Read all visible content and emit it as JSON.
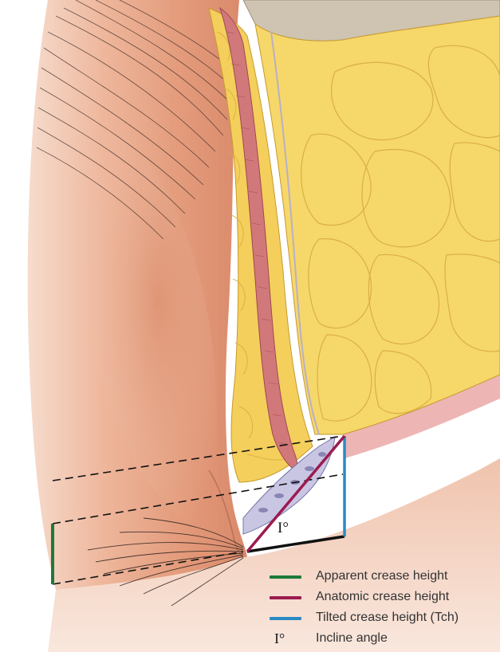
{
  "diagram": {
    "angle_label": "I°",
    "colors": {
      "apparent": "#1f7a3a",
      "anatomic": "#9b1b4f",
      "tilted": "#2a8ac4",
      "skin": "#e7a78b",
      "fat": "#f6d76a",
      "muscle": "#c86a6a"
    }
  },
  "legend": {
    "items": [
      {
        "kind": "swatch",
        "color": "#1f7a3a",
        "label": "Apparent crease height"
      },
      {
        "kind": "swatch",
        "color": "#9b1b4f",
        "label": "Anatomic crease height"
      },
      {
        "kind": "swatch",
        "color": "#2a8ac4",
        "label": "Tilted crease height (Tch)"
      },
      {
        "kind": "symbol",
        "symbol": "I°",
        "label": "Incline angle"
      }
    ]
  }
}
